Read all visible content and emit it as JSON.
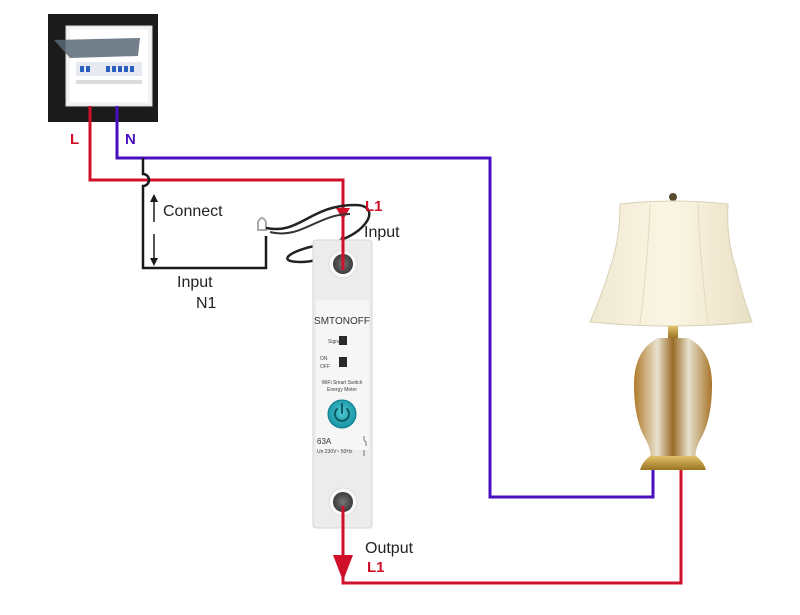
{
  "title": "Smart switch energy meter wiring diagram",
  "colors": {
    "live": "#d0102a",
    "neutral": "#4a10c0",
    "jumper": "#1a1a1a",
    "device_button": "#1aa3b0",
    "panel_bg": "#1b1b1b"
  },
  "panel": {
    "name": "distribution-box",
    "live_label": "L",
    "neutral_label": "N"
  },
  "jumper": {
    "connect_label": "Connect",
    "input_label": "Input",
    "n1_label": "N1"
  },
  "device": {
    "brand": "SMTONOFF",
    "signal_label": "Signal",
    "on_label": "ON",
    "off_label": "OFF",
    "desc_line1": "WiFi Smart Switch",
    "desc_line2": "Energy Meter",
    "rating": "63A",
    "spec": "Un 230V~ 50Hz",
    "power_icon": "power-icon"
  },
  "terminals": {
    "input_terminal_label": "L1",
    "input_label": "Input",
    "output_label": "Output",
    "output_terminal_label": "L1"
  },
  "load": {
    "name": "table-lamp"
  }
}
